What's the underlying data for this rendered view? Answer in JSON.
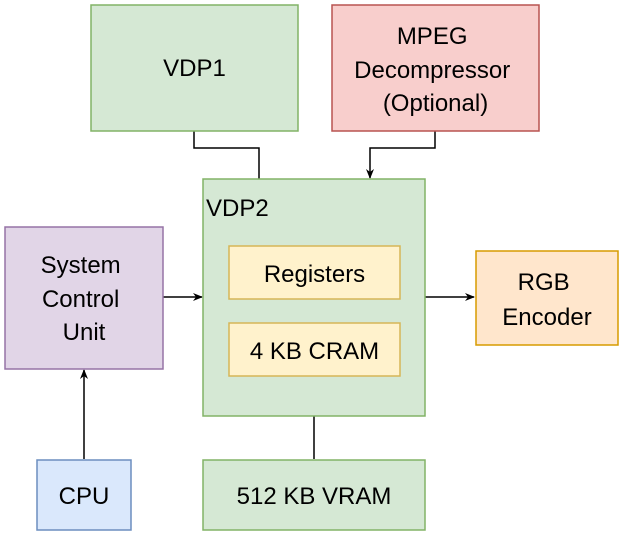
{
  "nodes": {
    "vdp1": {
      "label": "VDP1",
      "fill": "#d5e8d4",
      "stroke": "#82b366"
    },
    "mpeg": {
      "lines": [
        "MPEG",
        "Decompressor",
        "(Optional)"
      ],
      "fill": "#f8cecc",
      "stroke": "#b85450"
    },
    "vdp2": {
      "label": "VDP2",
      "fill": "#d5e8d4",
      "stroke": "#82b366"
    },
    "registers": {
      "label": "Registers",
      "fill": "#fff2cc",
      "stroke": "#d6b656"
    },
    "cram": {
      "label": "4 KB CRAM",
      "fill": "#fff2cc",
      "stroke": "#d6b656"
    },
    "scu": {
      "lines": [
        "System",
        "Control",
        "Unit"
      ],
      "fill": "#e1d5e7",
      "stroke": "#9673a6"
    },
    "rgb": {
      "lines": [
        "RGB",
        "Encoder"
      ],
      "fill": "#ffe6cc",
      "stroke": "#d79b00"
    },
    "cpu": {
      "label": "CPU",
      "fill": "#dae8fc",
      "stroke": "#6c8ebf"
    },
    "vram": {
      "label": "512 KB VRAM",
      "fill": "#d5e8d4",
      "stroke": "#82b366"
    }
  },
  "connectors": [
    {
      "from": "vdp1",
      "to": "vdp2",
      "arrow": false
    },
    {
      "from": "mpeg",
      "to": "vdp2",
      "arrow": true
    },
    {
      "from": "scu",
      "to": "vdp2",
      "arrow": true
    },
    {
      "from": "vdp2",
      "to": "rgb",
      "arrow": true
    },
    {
      "from": "cpu",
      "to": "scu",
      "arrow": true
    },
    {
      "from": "vdp2",
      "to": "vram",
      "arrow": false
    }
  ]
}
